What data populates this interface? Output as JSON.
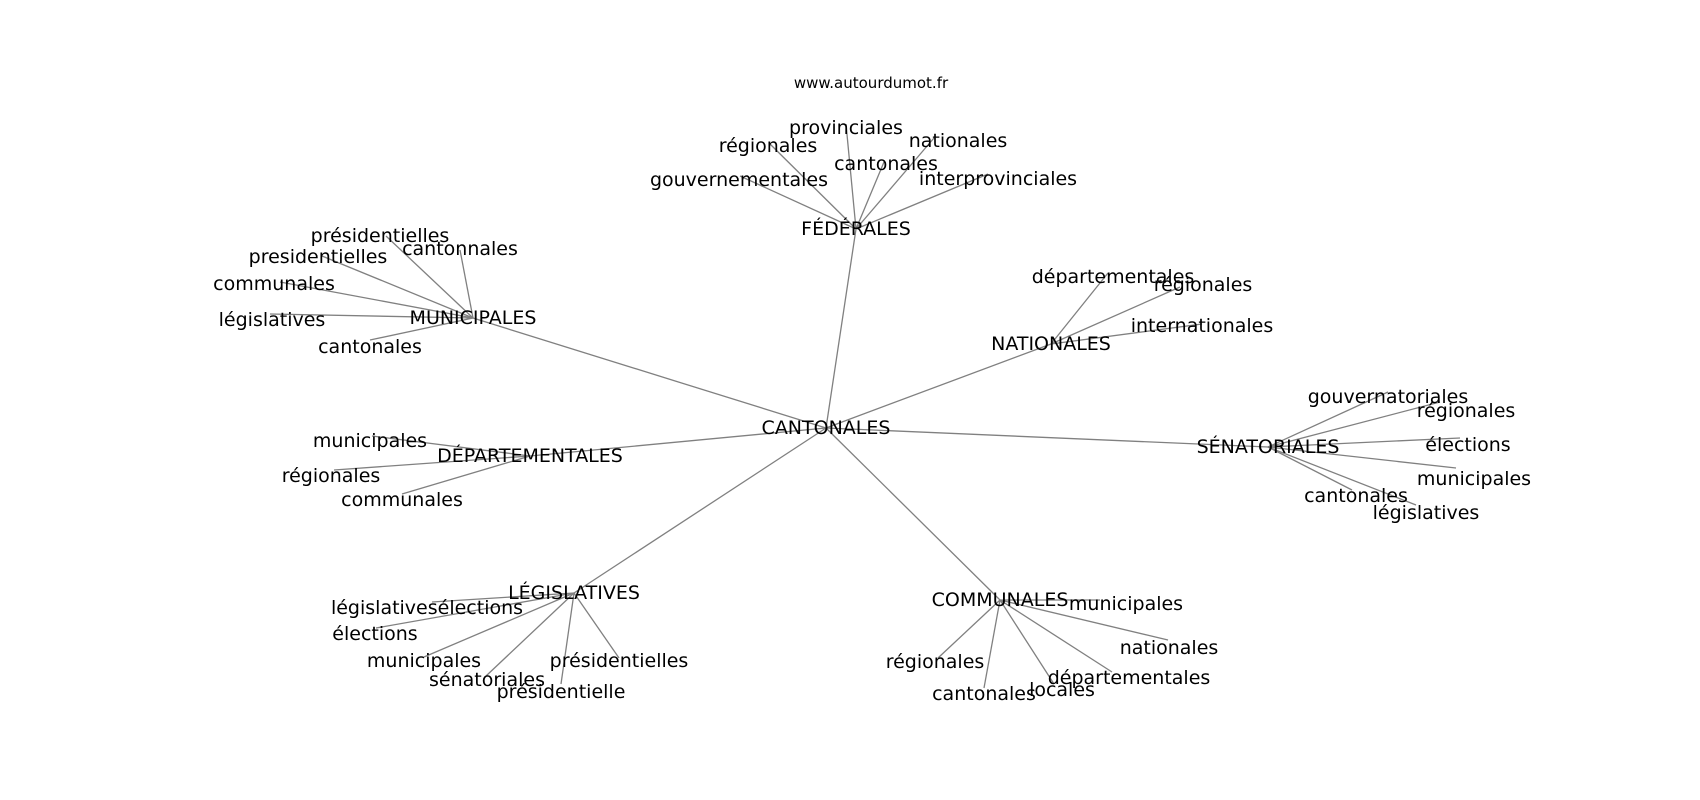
{
  "watermark": "www.autourdumot.fr",
  "graph": {
    "center": "CANTONALES",
    "hubs": [
      {
        "id": "federales",
        "label": "FÉDÉRALES",
        "leaves": [
          "provinciales",
          "régionales",
          "nationales",
          "cantonales",
          "gouvernementales",
          "interprovinciales"
        ]
      },
      {
        "id": "municipales",
        "label": "MUNICIPALES",
        "leaves": [
          "présidentielles",
          "presidentielles",
          "cantonnales",
          "communales",
          "législatives",
          "cantonales"
        ]
      },
      {
        "id": "nationales",
        "label": "NATIONALES",
        "leaves": [
          "départementales",
          "régionales",
          "internationales"
        ]
      },
      {
        "id": "senatoriales",
        "label": "SÉNATORIALES",
        "leaves": [
          "gouvernatoriales",
          "régionales",
          "élections",
          "municipales",
          "cantonales",
          "législatives"
        ]
      },
      {
        "id": "departementales",
        "label": "DÉPARTEMENTALES",
        "leaves": [
          "municipales",
          "régionales",
          "communales"
        ]
      },
      {
        "id": "legislatives",
        "label": "LÉGISLATIVES",
        "leaves": [
          "législativesélections",
          "élections",
          "municipales",
          "sénatoriales",
          "présidentielles",
          "présidentielle"
        ]
      },
      {
        "id": "communales",
        "label": "COMMUNALES",
        "leaves": [
          "municipales",
          "nationales",
          "régionales",
          "départementales",
          "locales",
          "cantonales"
        ]
      }
    ]
  }
}
